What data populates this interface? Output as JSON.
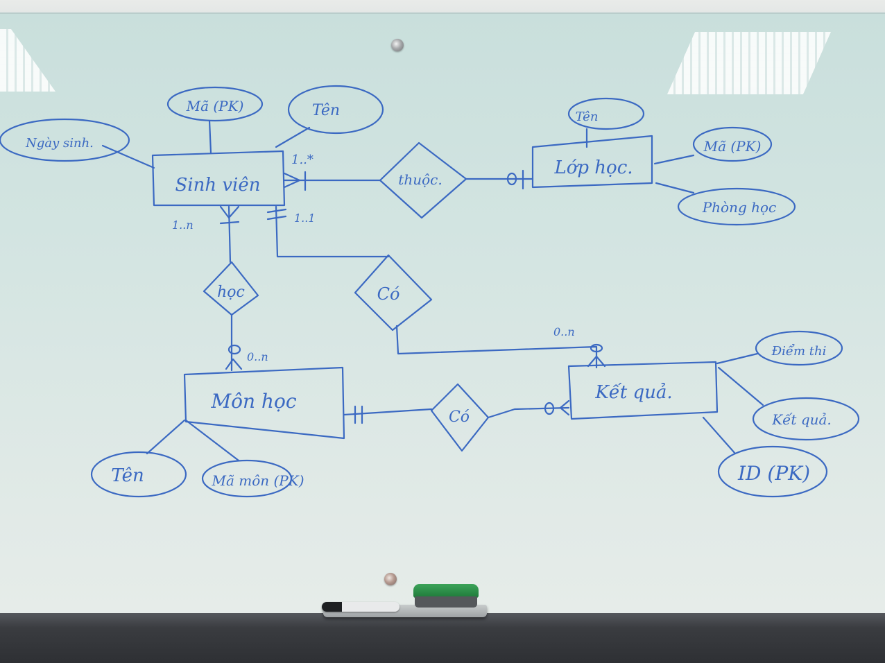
{
  "entities": {
    "sinh_vien": "Sinh viên",
    "lop_hoc": "Lớp học.",
    "mon_hoc": "Môn học",
    "ket_qua": "Kết quả."
  },
  "relationships": {
    "thuoc": "thuộc.",
    "hoc": "học",
    "co_1": "Có",
    "co_2": "Có"
  },
  "attributes": {
    "sinh_vien_ngay_sinh": "Ngày sinh.",
    "sinh_vien_ma": "Mã (PK)",
    "sinh_vien_ten": "Tên",
    "lop_hoc_ten": "Tên",
    "lop_hoc_ma": "Mã (PK)",
    "lop_hoc_phong_hoc": "Phòng học",
    "mon_hoc_ten": "Tên",
    "mon_hoc_ma_mon": "Mã môn (PK)",
    "ket_qua_diem_thi": "Điểm thi",
    "ket_qua_ket_qua": "Kết quả.",
    "ket_qua_id": "ID (PK)"
  },
  "cardinalities": {
    "sv_thuoc": "1..*",
    "sv_hoc": "1..n",
    "sv_co": "1..1",
    "monhoc_hoc": "0..n",
    "ketqua_co": "0..n"
  },
  "colors": {
    "ink": "#3b69c2",
    "board": "#d2e4e1",
    "eraser": "#2e8f47"
  }
}
